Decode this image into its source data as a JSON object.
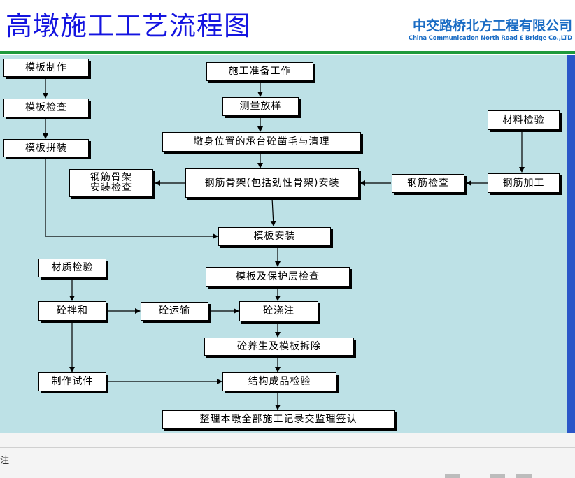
{
  "header": {
    "title": "高墩施工工艺流程图",
    "company_cn": "中交路桥北方工程有限公司",
    "company_en": "China Communication North Road £ Bridge Co.,LTD"
  },
  "footer": {
    "fragment": "注"
  },
  "colors": {
    "title": "#1414e0",
    "company": "#1a6cc4",
    "header_rule": "#1e9a3c",
    "slide_background": "#bde1e6",
    "side_bar": "#2a56c8"
  },
  "flowchart": {
    "nodes": {
      "formwork_make": "模板制作",
      "formwork_check": "模板检查",
      "formwork_assemble": "模板拼装",
      "prep": "施工准备工作",
      "survey": "测量放样",
      "cap_clean": "墩身位置的承台砼凿毛与清理",
      "material_check": "材料检验",
      "rebar_install_check": "钢筋骨架\n安装检查",
      "rebar_cage": "钢筋骨架(包括劲性骨架)安装",
      "rebar_check": "钢筋检查",
      "rebar_process": "钢筋加工",
      "formwork_install": "模板安装",
      "quality_test": "材质检验",
      "cover_check": "模板及保护层检查",
      "concrete_mix": "砼拌和",
      "concrete_transport": "砼运输",
      "concrete_pour": "砼浇注",
      "cure_strip": "砼养生及模板拆除",
      "specimen": "制作试件",
      "structure_check": "结构成品检验",
      "final": "整理本墩全部施工记录交监理签认"
    }
  }
}
